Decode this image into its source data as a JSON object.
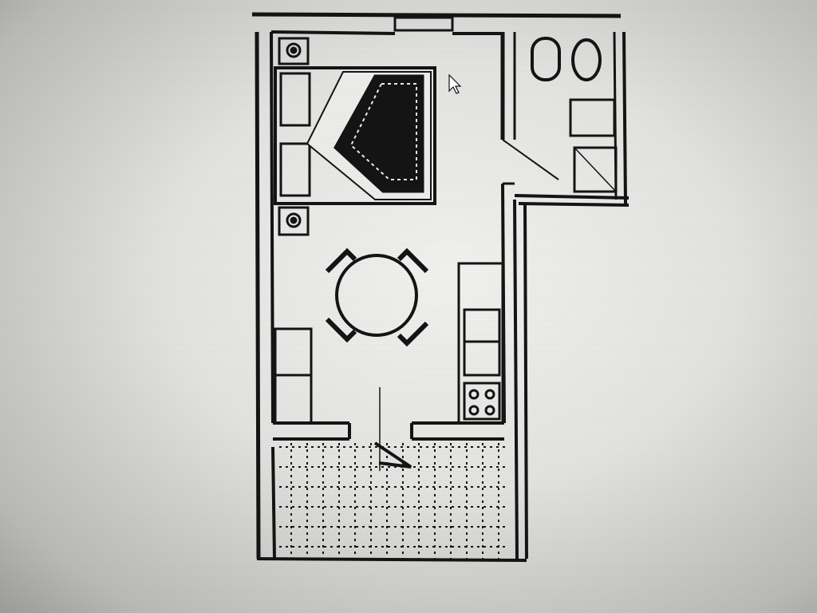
{
  "plan": {
    "ink_color": "#141414",
    "paper_color": "#ececea",
    "rooms": [
      "bedroom-living",
      "bathroom",
      "kitchen",
      "terrace"
    ],
    "cursor": "arrow-cursor-icon"
  }
}
